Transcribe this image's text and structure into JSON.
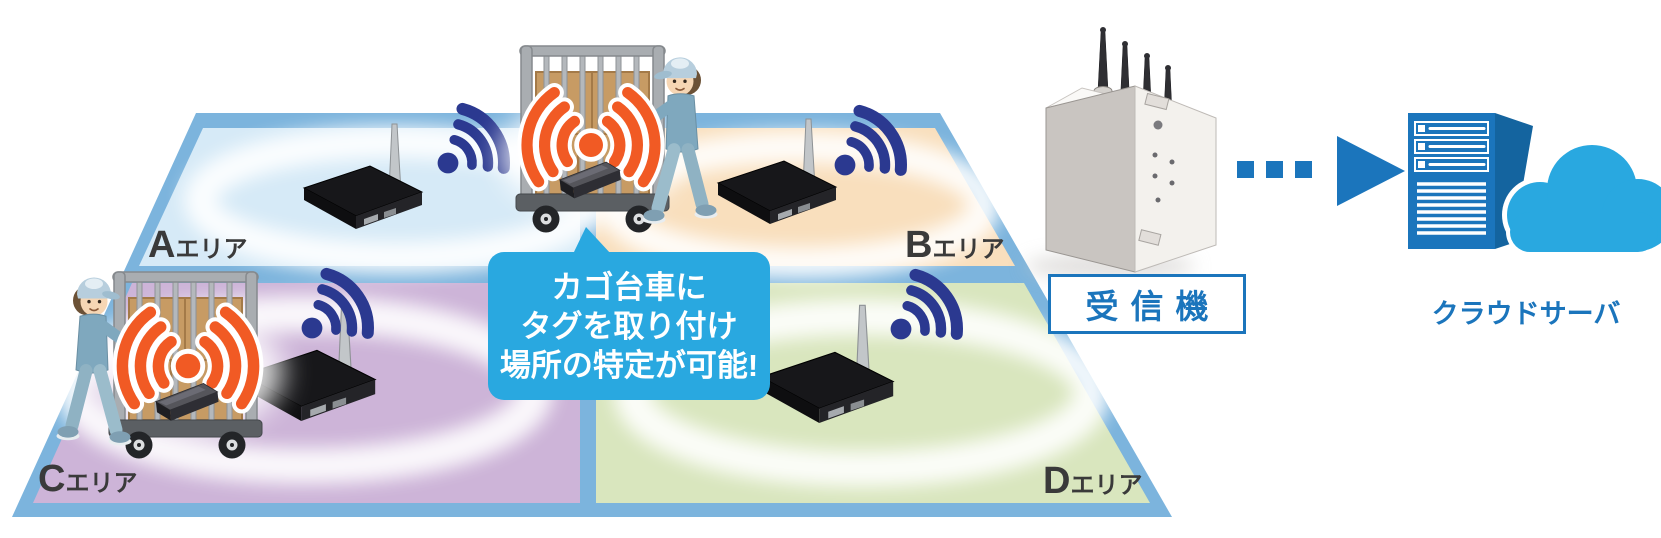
{
  "diagram": {
    "title_hint": "warehouse-tag-location-system",
    "areas": [
      {
        "letter": "A",
        "suffix": "エリア"
      },
      {
        "letter": "B",
        "suffix": "エリア"
      },
      {
        "letter": "C",
        "suffix": "エリア"
      },
      {
        "letter": "D",
        "suffix": "エリア"
      }
    ],
    "callout": {
      "lines": [
        "カゴ台車に",
        "タグを取り付け",
        "場所の特定が可能!"
      ]
    },
    "receiver_label": "受信機",
    "cloud_label": "クラウドサーバ",
    "icons": [
      "wifi-signal-icon",
      "tag-signal-icon",
      "cage-cart",
      "worker",
      "gateway-device",
      "receiver-device",
      "dashed-arrow-icon",
      "server-icon",
      "cloud-icon"
    ],
    "colors": {
      "floor_border": "#7CB4DD",
      "area_a_fill": "#D6EAF7",
      "area_b_fill": "#F9DFBD",
      "area_c_fill": "#CDB4D8",
      "area_d_fill": "#D9E6BE",
      "wifi_blue": "#2B3990",
      "signal_orange": "#F15A24",
      "callout_blue": "#29A8E0",
      "brand_blue": "#1B75BC",
      "cloud_blue": "#29A8E0",
      "label_dark": "#3A3A3A"
    }
  }
}
